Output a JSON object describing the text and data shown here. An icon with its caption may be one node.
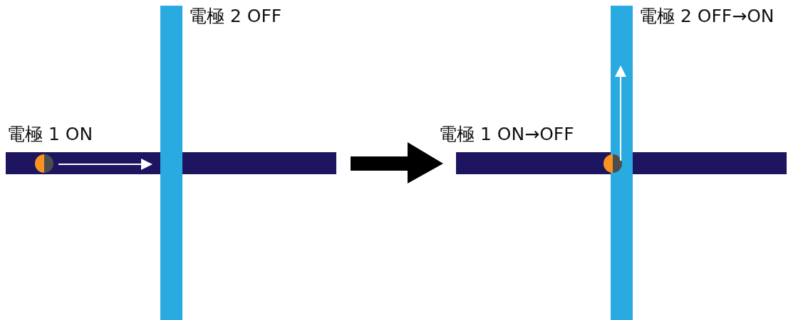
{
  "diagram": {
    "labels": [
      "電極 2 OFF",
      "電極 1 ON",
      "電極 2 OFF→ON",
      "電極 1 ON→OFF"
    ]
  }
}
